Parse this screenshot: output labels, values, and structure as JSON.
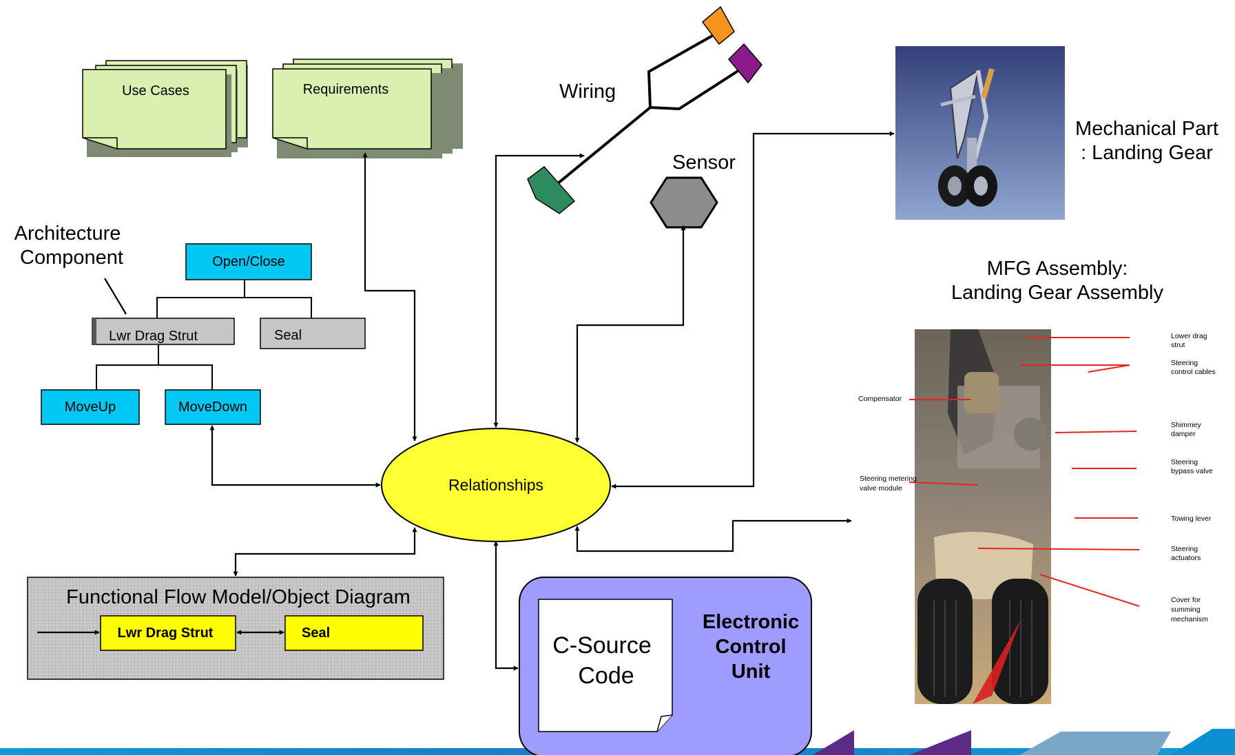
{
  "documents": {
    "use_cases": "Use Cases",
    "requirements": "Requirements"
  },
  "labels": {
    "wiring": "Wiring",
    "sensor": "Sensor",
    "architecture_line1": "Architecture",
    "architecture_line2": "Component",
    "mechanical_line1": "Mechanical Part",
    "mechanical_line2": ": Landing Gear",
    "mfg_line1": "MFG Assembly:",
    "mfg_line2": "Landing Gear Assembly"
  },
  "hierarchy": {
    "root": "Open/Close",
    "lwr_drag_strut": "Lwr Drag Strut",
    "seal": "Seal",
    "move_up": "MoveUp",
    "move_down": "MoveDown"
  },
  "relationships": "Relationships",
  "functional_flow": {
    "title": "Functional Flow Model/Object Diagram",
    "block1": "Lwr Drag Strut",
    "block2": "Seal"
  },
  "ecu": {
    "source_line1": "C-Source",
    "source_line2": "Code",
    "title_line1": "Electronic",
    "title_line2": "Control",
    "title_line3": "Unit"
  },
  "callouts": [
    "Lower drag",
    "strut",
    "Steering",
    "control cables",
    "Compensator",
    "Shimmey",
    "damper",
    "Steering",
    "bypass valve",
    "Steering metering",
    "valve module",
    "Towing lever",
    "Steering",
    "actuators",
    "Cover for",
    "summing",
    "mechanism"
  ],
  "colors": {
    "doc_fill": "#daf0b0",
    "cyan_box": "#00c8f2",
    "gray_box": "#c6c6c6",
    "ellipse": "#ffff33",
    "ecu_fill": "#9f9cff",
    "callout_red": "#e8231c",
    "footer_blue": "#0a8fd0",
    "footer_purple": "#5b2a86"
  }
}
